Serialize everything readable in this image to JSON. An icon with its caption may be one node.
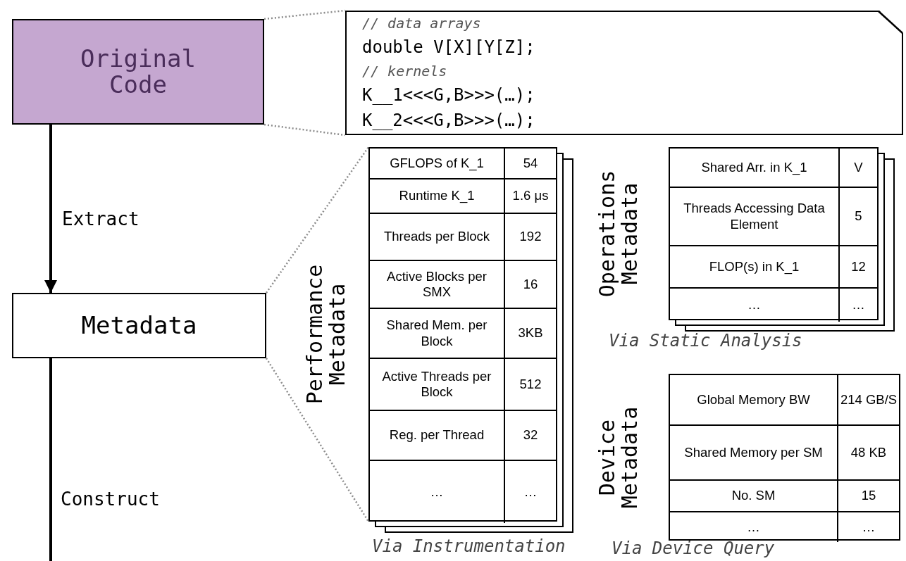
{
  "diagram": {
    "nodes": [
      {
        "text": [
          "Original Code"
        ]
      },
      {
        "text": [
          "// data arrays",
          "double V[X][Y[Z];",
          "// kernels",
          "K__1<<<G,B>>>(…);",
          "K__2<<<G,B>>>(…);"
        ]
      },
      {
        "text": [
          "Metadata"
        ]
      },
      {
        "text": [
          "Performance Metadata",
          "GFLOPS of K_1",
          "54",
          "Runtime K_1",
          "1.6 μs",
          "Threads per Block",
          "192",
          "Active Blocks per SMX",
          "16",
          "Shared Mem. per Block",
          "3KB",
          "Active Threads per Block",
          "512",
          "Reg. per Thread",
          "32",
          "…",
          "…"
        ],
        "beside": [
          "Via Instrumentation"
        ]
      },
      {
        "text": [
          "Operations Metadata",
          "Shared Arr. in K_1",
          "V",
          "Threads Accessing Data Element",
          "5",
          "FLOP(s) in K_1",
          "12",
          "…",
          "…"
        ],
        "beside": [
          "Via Static Analysis"
        ]
      },
      {
        "text": [
          "Device Metadata",
          "Global Memory BW",
          "214 GB/S",
          "Shared Memory per SM",
          "48 KB",
          "No. SM",
          "15",
          "…",
          "…"
        ],
        "beside": [
          "Via Device Query"
        ]
      }
    ],
    "edges": [
      {
        "from": 0,
        "to": 2,
        "arrow": "to",
        "label": "Extract",
        "color": "#000000"
      },
      {
        "from": 2,
        "to": null,
        "arrow": "none",
        "label": "Construct",
        "color": "#000000"
      },
      {
        "from": 0,
        "to": 1,
        "arrow": "none",
        "style": "dashed",
        "color": "#8c8c8c"
      },
      {
        "from": 0,
        "to": 1,
        "arrow": "none",
        "style": "dashed",
        "color": "#8c8c8c"
      },
      {
        "from": 2,
        "to": 3,
        "arrow": "none",
        "style": "dashed",
        "color": "#8c8c8c"
      },
      {
        "from": 2,
        "to": 3,
        "arrow": "none",
        "style": "dashed",
        "color": "#8c8c8c"
      }
    ]
  }
}
